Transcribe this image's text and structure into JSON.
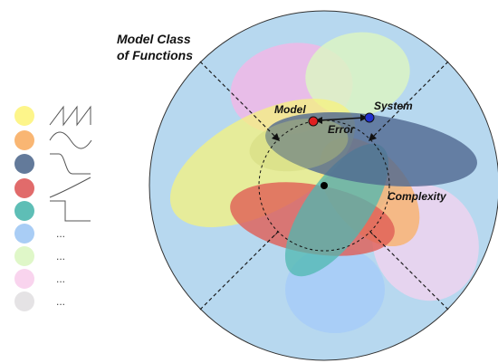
{
  "labels": {
    "title_line1": "Model Class",
    "title_line2": "of Functions",
    "model": "Model",
    "system": "System",
    "error": "Error",
    "complexity": "Complexity"
  },
  "legend": [
    {
      "color": "#fdf58a",
      "icon": "sawtooth-wave-icon"
    },
    {
      "color": "#f9b673",
      "icon": "sine-wave-icon"
    },
    {
      "color": "#637a9a",
      "icon": "smooth-step-icon"
    },
    {
      "color": "#e16b6b",
      "icon": "curve-icon"
    },
    {
      "color": "#5ebeb6",
      "icon": "square-pulse-icon"
    },
    {
      "color": "#a9cdf5",
      "icon": "ellipsis",
      "text": "..."
    },
    {
      "color": "#dff7c8",
      "icon": "ellipsis",
      "text": "..."
    },
    {
      "color": "#f9d4ee",
      "icon": "ellipsis",
      "text": "..."
    },
    {
      "color": "#e5e3e5",
      "icon": "ellipsis",
      "text": "..."
    }
  ],
  "colors": {
    "space_fill": "#b7d8ef",
    "model_point": "#e02020",
    "system_point": "#2030d0",
    "center_point": "#000000"
  }
}
